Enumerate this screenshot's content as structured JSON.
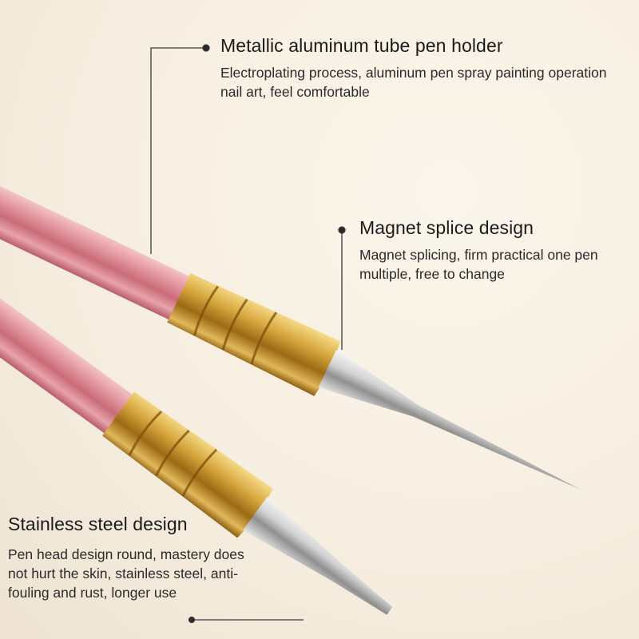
{
  "features": [
    {
      "title": "Metallic aluminum tube pen holder",
      "description": "Electroplating process, aluminum pen spray painting operation nail art, feel comfortable"
    },
    {
      "title": "Magnet splice design",
      "description": "Magnet splicing, firm practical one pen multiple, free to change"
    },
    {
      "title": "Stainless steel design",
      "description": "Pen head design round, mastery does not hurt the skin, stainless steel, anti-fouling and rust, longer use"
    }
  ],
  "colors": {
    "background": "#f6eee0",
    "handle_pink": "#d98a94",
    "ferrule_gold": "#c9962f",
    "steel": "#c8c8c8",
    "callout_line": "#3a3a3a"
  }
}
